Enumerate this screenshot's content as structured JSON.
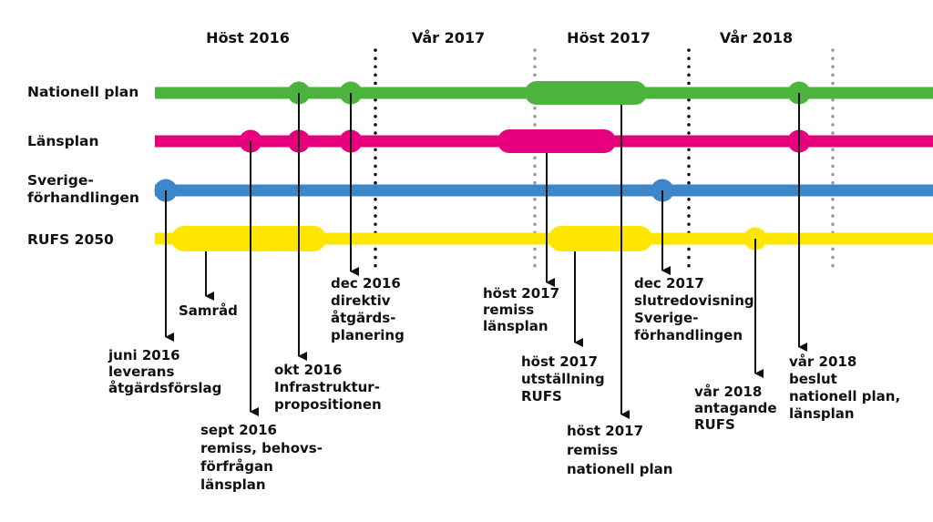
{
  "periods": [
    "Höst 2016",
    "Vår 2017",
    "Höst 2017",
    "Vår 2018"
  ],
  "rows": [
    {
      "label": [
        "Nationell plan"
      ],
      "color": "#4cb33c"
    },
    {
      "label": [
        "Länsplan"
      ],
      "color": "#e6007e"
    },
    {
      "label": [
        "Sverige-",
        "förhandlingen"
      ],
      "color": "#3d86c9"
    },
    {
      "label": [
        "RUFS 2050"
      ],
      "color": "#ffe600"
    }
  ],
  "annotations": [
    {
      "id": "juni-2016",
      "lines": [
        "juni 2016",
        "leverans",
        "åtgärdsförslag"
      ]
    },
    {
      "id": "samrad",
      "lines": [
        "Samråd"
      ]
    },
    {
      "id": "sept-2016",
      "lines": [
        "sept 2016",
        "remiss, behovs-",
        "förfrågan",
        "länsplan"
      ]
    },
    {
      "id": "okt-2016",
      "lines": [
        "okt 2016",
        "Infrastruktur-",
        "propositionen"
      ]
    },
    {
      "id": "dec-2016",
      "lines": [
        "dec 2016",
        "direktiv",
        "åtgärds-",
        "planering"
      ]
    },
    {
      "id": "host-2017-remiss-lansplan",
      "lines": [
        "höst 2017",
        "remiss",
        "länsplan"
      ]
    },
    {
      "id": "host-2017-utstallning",
      "lines": [
        "höst 2017",
        "utställning",
        "RUFS"
      ]
    },
    {
      "id": "host-2017-remiss-nationell",
      "lines": [
        "höst 2017",
        "remiss",
        "nationell plan"
      ]
    },
    {
      "id": "dec-2017",
      "lines": [
        "dec 2017",
        "slutredovisning",
        "Sverige-",
        "förhandlingen"
      ]
    },
    {
      "id": "var-2018-antagande",
      "lines": [
        "vår 2018",
        "antagande",
        "RUFS"
      ]
    },
    {
      "id": "var-2018-beslut",
      "lines": [
        "vår 2018",
        "beslut",
        "nationell plan,",
        "länsplan"
      ]
    }
  ],
  "colors": {
    "divider_dark": "#111111",
    "divider_light": "#999999",
    "text": "#111111"
  }
}
